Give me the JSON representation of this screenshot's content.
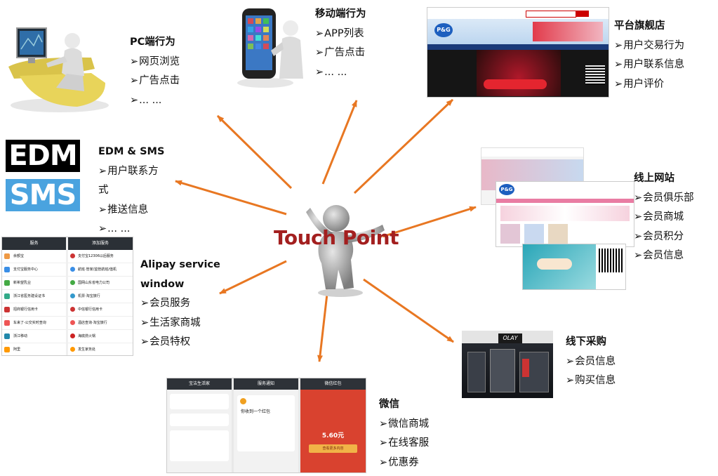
{
  "center": {
    "label": "Touch Point"
  },
  "nodes": {
    "pc": {
      "title": "PC端行为",
      "items": [
        "网页浏览",
        "广告点击",
        "... ..."
      ]
    },
    "mobile": {
      "title": "移动端行为",
      "items": [
        "APP列表",
        "广告点击",
        "... ..."
      ]
    },
    "flagship": {
      "title": "平台旗舰店",
      "items": [
        "用户交易行为",
        "用户联系信息",
        "用户评价"
      ]
    },
    "edm": {
      "title": "EDM & SMS",
      "items": [
        "用户联系方",
        "推送信息",
        "... ..."
      ],
      "wrap": "式"
    },
    "website": {
      "title": "线上网站",
      "items": [
        "会员俱乐部",
        "会员商城",
        "会员积分",
        "会员信息"
      ]
    },
    "alipay": {
      "title1": "Alipay service",
      "title2": "window",
      "items": [
        "会员服务",
        "生活家商城",
        "会员特权"
      ]
    },
    "offline": {
      "title": "线下采购",
      "items": [
        "会员信息",
        "购买信息"
      ]
    },
    "wechat": {
      "title": "微信",
      "items": [
        "微信商城",
        "在线客服",
        "优惠券"
      ]
    }
  },
  "logos": {
    "edm": "EDM",
    "sms": "SMS",
    "pg": "P&G",
    "olay": "OLAY"
  },
  "alipay_screen": {
    "left_header": "服务",
    "left_items": [
      "余额宝",
      "支付宝服务中心",
      "新希望乳业",
      "浙江省医务建设证书",
      "招商银行信用卡",
      "车来了-公交实时查询",
      "浙江移动",
      "阿里"
    ],
    "right_header": "添加服务",
    "right_items": [
      "支付宝12306以后服务",
      "航班·管家/监管航班/值机",
      "国网山东省电力公司",
      "机票·淘宝旅行",
      "中信银行信用卡",
      "酒店查询·淘宝旅行",
      "海底捞火锅",
      "发生家务处"
    ]
  },
  "wechat_screen": {
    "panel1_header": "宝洁生活家",
    "panel2_header": "服务通知",
    "panel2_card_title": "你收到一个红包",
    "panel3_header": "微信红包",
    "panel3_amount": "5.60元",
    "panel3_button": "查看更多内容"
  },
  "colors": {
    "arrow": "#e87722",
    "center_text": "#a31f1f",
    "edm_bg": "#000000",
    "sms_bg": "#4aa3df"
  }
}
